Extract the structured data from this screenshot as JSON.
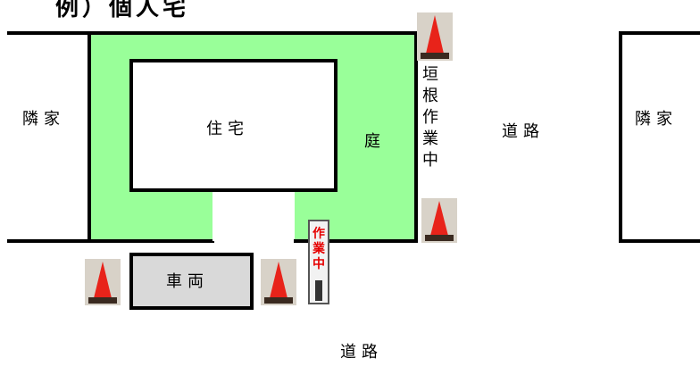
{
  "title": "例）個人宅",
  "labels": {
    "neighbor_left": "隣家",
    "neighbor_right": "隣家",
    "house": "住宅",
    "garden": "庭",
    "road_right": "道路",
    "road_bottom": "道路",
    "vehicle": "車両",
    "hedge_work": [
      "垣",
      "根",
      "作",
      "業",
      "中"
    ],
    "sign_text": [
      "作",
      "業",
      "中"
    ]
  },
  "colors": {
    "garden": "#99ff99",
    "vehicle": "#d9d9d9",
    "cone": "#e8231a",
    "sign_text": "#e60000"
  },
  "icons": [
    "traffic-cone-icon",
    "work-in-progress-sign"
  ]
}
